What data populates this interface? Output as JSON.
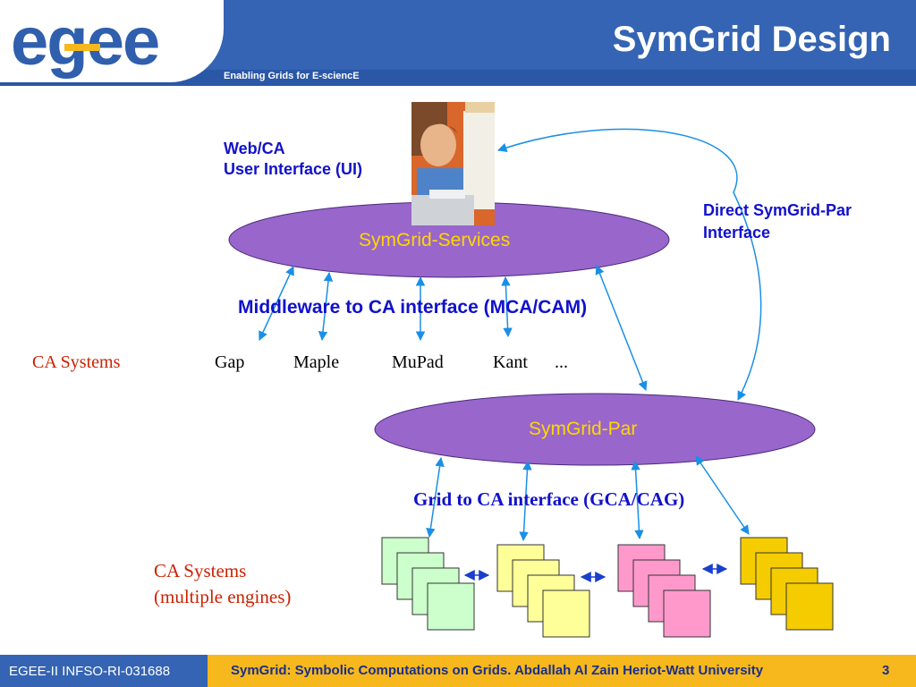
{
  "header": {
    "title": "SymGrid Design",
    "logo_text": "egee",
    "tagline": "Enabling Grids for E-sciencE",
    "bar_color": "#3464b3"
  },
  "diagram": {
    "ui_label_line1": "Web/CA",
    "ui_label_line2": "User Interface (UI)",
    "photo_icon": "user-at-computer-photo",
    "services_label": "SymGrid-Services",
    "direct_label_line1": "Direct SymGrid-Par",
    "direct_label_line2": "Interface",
    "mca_label": "Middleware to CA interface (MCA/CAM)",
    "ca_systems_label": "CA Systems",
    "ca_systems": [
      "Gap",
      "Maple",
      "MuPad",
      "Kant"
    ],
    "ca_systems_more": "...",
    "par_label": "SymGrid-Par",
    "gca_label": "Grid to CA interface (GCA/CAG)",
    "engines_label_line1": "CA Systems",
    "engines_label_line2": "(multiple engines)",
    "ellipse_color": "#9966cc",
    "ellipse_text_color": "#ffd700",
    "arrow_color": "#1a8fe6",
    "engine_colors": [
      "#ccffcc",
      "#ffff99",
      "#ff99cc",
      "#f5cc00"
    ],
    "connector_icon": "double-arrow-icon"
  },
  "footer": {
    "left": "EGEE-II INFSO-RI-031688",
    "center": "SymGrid: Symbolic Computations on Grids. Abdallah Al Zain Heriot-Watt University",
    "page": "3",
    "bar_color": "#f6b81c"
  }
}
